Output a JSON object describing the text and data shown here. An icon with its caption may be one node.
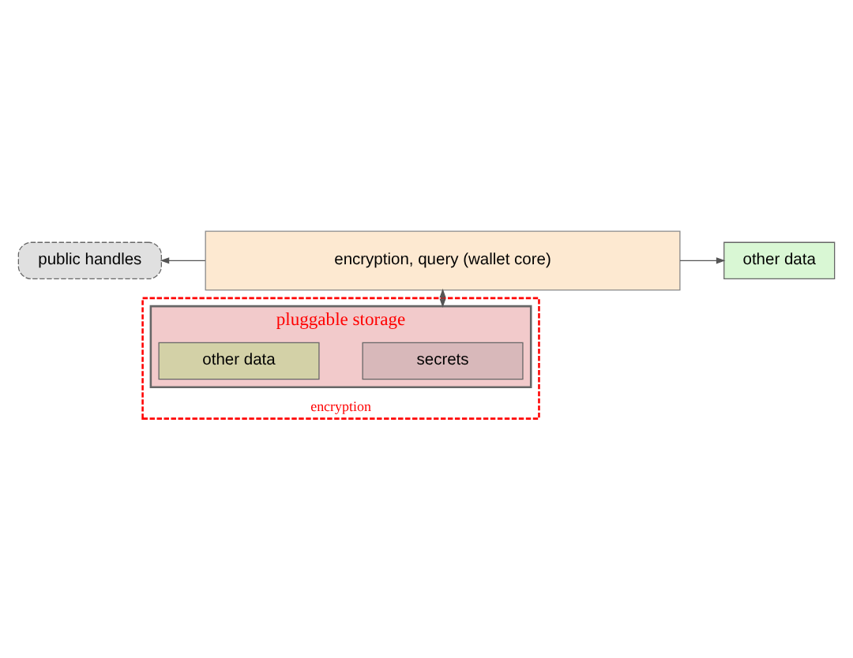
{
  "diagram": {
    "nodes": [
      {
        "text": [
          "public handles"
        ]
      },
      {
        "text": [
          "other data"
        ]
      },
      {
        "text": [
          "encryption, query (wallet core)"
        ]
      },
      {
        "text": [
          "encryption"
        ]
      },
      {
        "text": [
          "pluggable storage"
        ],
        "in": 3
      },
      {
        "text": [
          "secrets"
        ],
        "in": 4
      },
      {
        "text": [
          "other data"
        ],
        "in": 4
      }
    ],
    "edges": [
      {
        "from": 2,
        "to": 0,
        "arrow": "to"
      },
      {
        "from": 2,
        "to": 1,
        "arrow": "to"
      },
      {
        "from": 2,
        "to": 4,
        "arrow": "both"
      }
    ]
  }
}
